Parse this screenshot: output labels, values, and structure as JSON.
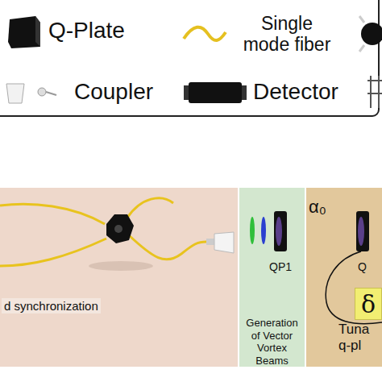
{
  "diagram": {
    "nodes": [
      {
        "text": [
          "d synchronization"
        ]
      },
      {
        "text": [
          "Generation of Vector Vortex Beams"
        ]
      },
      {
        "text": [
          "Tuna q-pl"
        ]
      },
      {
        "text": [
          "δ"
        ],
        "in": 2
      }
    ],
    "labels": [
      "QP1",
      "α₀",
      "Q"
    ],
    "legend": [
      {
        "text": "Q-Plate"
      },
      {
        "text": "Single mode fiber"
      },
      {
        "text": "Coupler"
      },
      {
        "text": "Detector"
      }
    ]
  }
}
